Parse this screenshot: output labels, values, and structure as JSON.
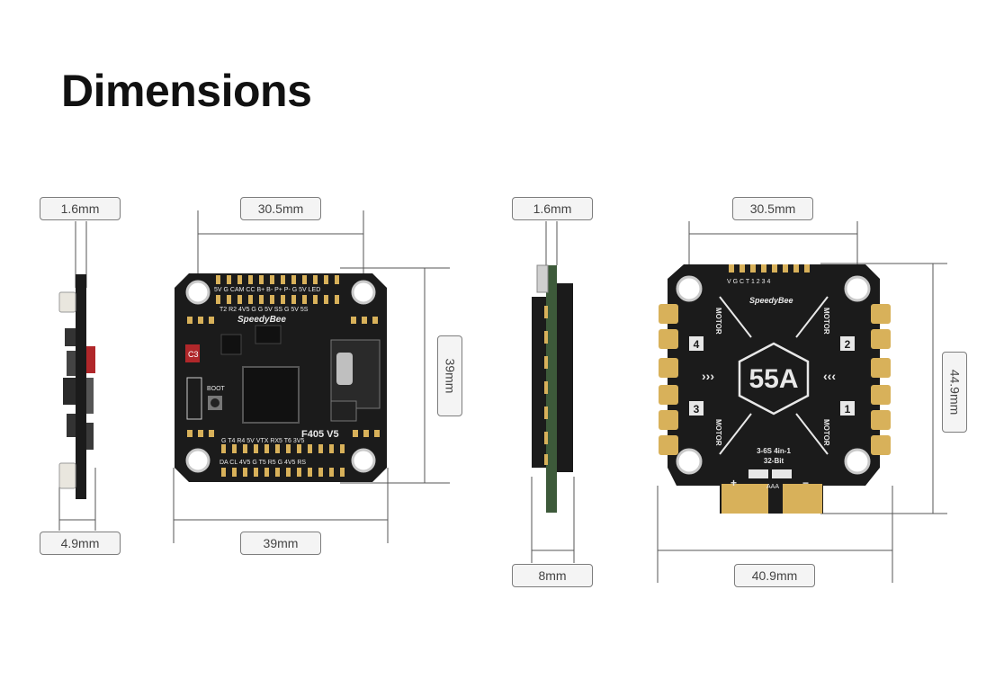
{
  "title": "Dimensions",
  "fc": {
    "side_thickness": "1.6mm",
    "side_height": "4.9mm",
    "hole_spacing": "30.5mm",
    "height": "39mm",
    "width": "39mm",
    "brand": "SpeedyBee",
    "model": "F405 V5",
    "boot_label": "BOOT",
    "chip_label": "C3",
    "top_pads": "5V G CAM CC B+ B- P+ P- G 5V LED",
    "top_pads2": "T2 R2 4V5 G G 5V SS G 5V 5S",
    "bottom_pads": "G T4 R4 5V VTX RX5 T6 3V5",
    "bottom_pads2": "DA CL 4V5 G T5 R5 G 4V5 RS"
  },
  "esc": {
    "side_thickness": "1.6mm",
    "side_height": "8mm",
    "hole_spacing": "30.5mm",
    "height": "44.9mm",
    "width": "40.9mm",
    "brand": "SpeedyBee",
    "rating": "55A",
    "spec_line1": "3-6S 4in-1",
    "spec_line2": "32-Bit",
    "motor_label": "MOTOR",
    "motor_numbers": [
      "4",
      "2",
      "3",
      "1"
    ],
    "header_pins": "V G C T 1 2 3 4",
    "plus": "+",
    "minus": "−",
    "pad_code": "AAA"
  },
  "colors": {
    "board": "#1b1b1b",
    "gold": "#d8b15a",
    "silk": "#e8e8e8",
    "green_pcb": "#3d5a3a",
    "leader": "#555555"
  }
}
